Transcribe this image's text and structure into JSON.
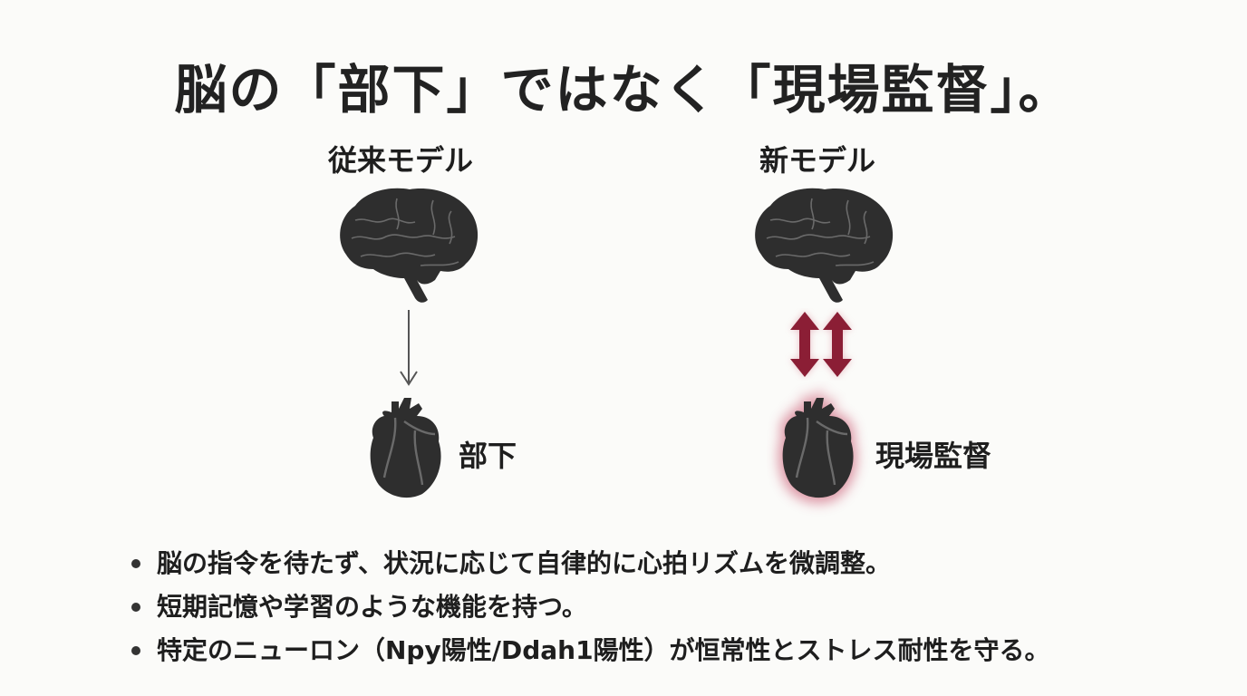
{
  "title": "脳の「部下」ではなく「現場監督」。",
  "left_model": {
    "label": "従来モデル",
    "heart_label": "部下",
    "arrow": "down-arrow"
  },
  "right_model": {
    "label": "新モデル",
    "heart_label": "現場監督",
    "arrow": "bidirectional-arrows"
  },
  "bullets": [
    "脳の指令を待たず、状況に応じて自律的に心拍リズムを微調整。",
    "短期記憶や学習のような機能を持つ。",
    "特定のニューロン（Npy陽性/Ddah1陽性）が恒常性とストレス耐性を守る。"
  ],
  "colors": {
    "organ": "#2e2e2e",
    "accent": "#8b1e35",
    "glow": "#d98a9a",
    "arrow_gray": "#555555"
  }
}
